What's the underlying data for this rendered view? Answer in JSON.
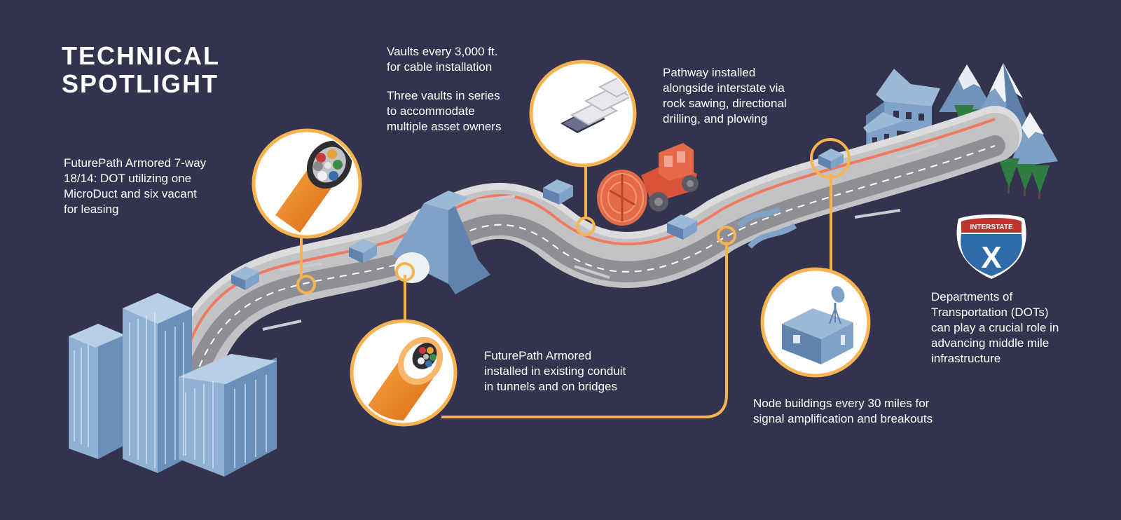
{
  "title": {
    "line1": "TECHNICAL",
    "line2": "SPOTLIGHT"
  },
  "captions": {
    "armored_7way": [
      "FuturePath Armored 7-way",
      "18/14: DOT utilizing one",
      "MicroDuct and six vacant",
      "for leasing"
    ],
    "vaults_every": [
      "Vaults every 3,000 ft.",
      "for cable installation"
    ],
    "vaults_series": [
      "Three vaults in series",
      "to accommodate",
      "multiple asset owners"
    ],
    "pathway": [
      "Pathway installed",
      "alongside interstate via",
      "rock sawing, directional",
      "drilling, and plowing"
    ],
    "conduit": [
      "FuturePath Armored",
      "installed in existing conduit",
      "in tunnels and on bridges"
    ],
    "node_buildings": [
      "Node buildings every 30 miles for",
      "signal amplification and breakouts"
    ],
    "dots": [
      "Departments of",
      "Transportation (DOTs)",
      "can play a crucial role in",
      "advancing middle mile",
      "infrastructure"
    ]
  },
  "shield": {
    "label": "INTERSTATE",
    "number": "X"
  },
  "colors": {
    "background": "#33334e",
    "road": "#8e8e94",
    "road_edge": "#dcdcde",
    "fiber_line": "#ef7a5f",
    "callout": "#f6b352",
    "building": "#7fa3c8",
    "cable_orange": "#f08a1e"
  }
}
